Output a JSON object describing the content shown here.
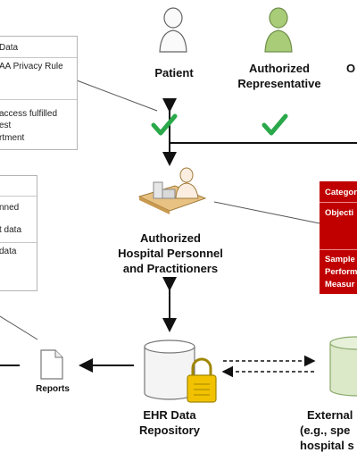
{
  "left_panel_top": {
    "lines": [
      "Data",
      "AA Privacy Rule",
      "access fulfilled",
      "est",
      "rtment"
    ]
  },
  "left_panel_mid": {
    "lines": [
      "nned",
      "t data",
      "data"
    ]
  },
  "actors": {
    "patient": "Patient",
    "representative_line1": "Authorized",
    "representative_line2": "Representative",
    "other": "O",
    "hospital_line1": "Authorized",
    "hospital_line2": "Hospital Personnel",
    "hospital_line3": "and Practitioners",
    "ehr_line1": "EHR Data",
    "ehr_line2": "Repository",
    "external_line1": "External",
    "external_line2": "(e.g., spe",
    "external_line3": "hospital s",
    "reports": "Reports"
  },
  "red_box": {
    "lines": [
      "Categor",
      "Objecti",
      "Sample",
      "Perform",
      "Measur"
    ]
  },
  "colors": {
    "check": "#2aa84a",
    "red_box": "#c00000",
    "lock": "#f2c200",
    "green_person": "#9cc26a"
  }
}
